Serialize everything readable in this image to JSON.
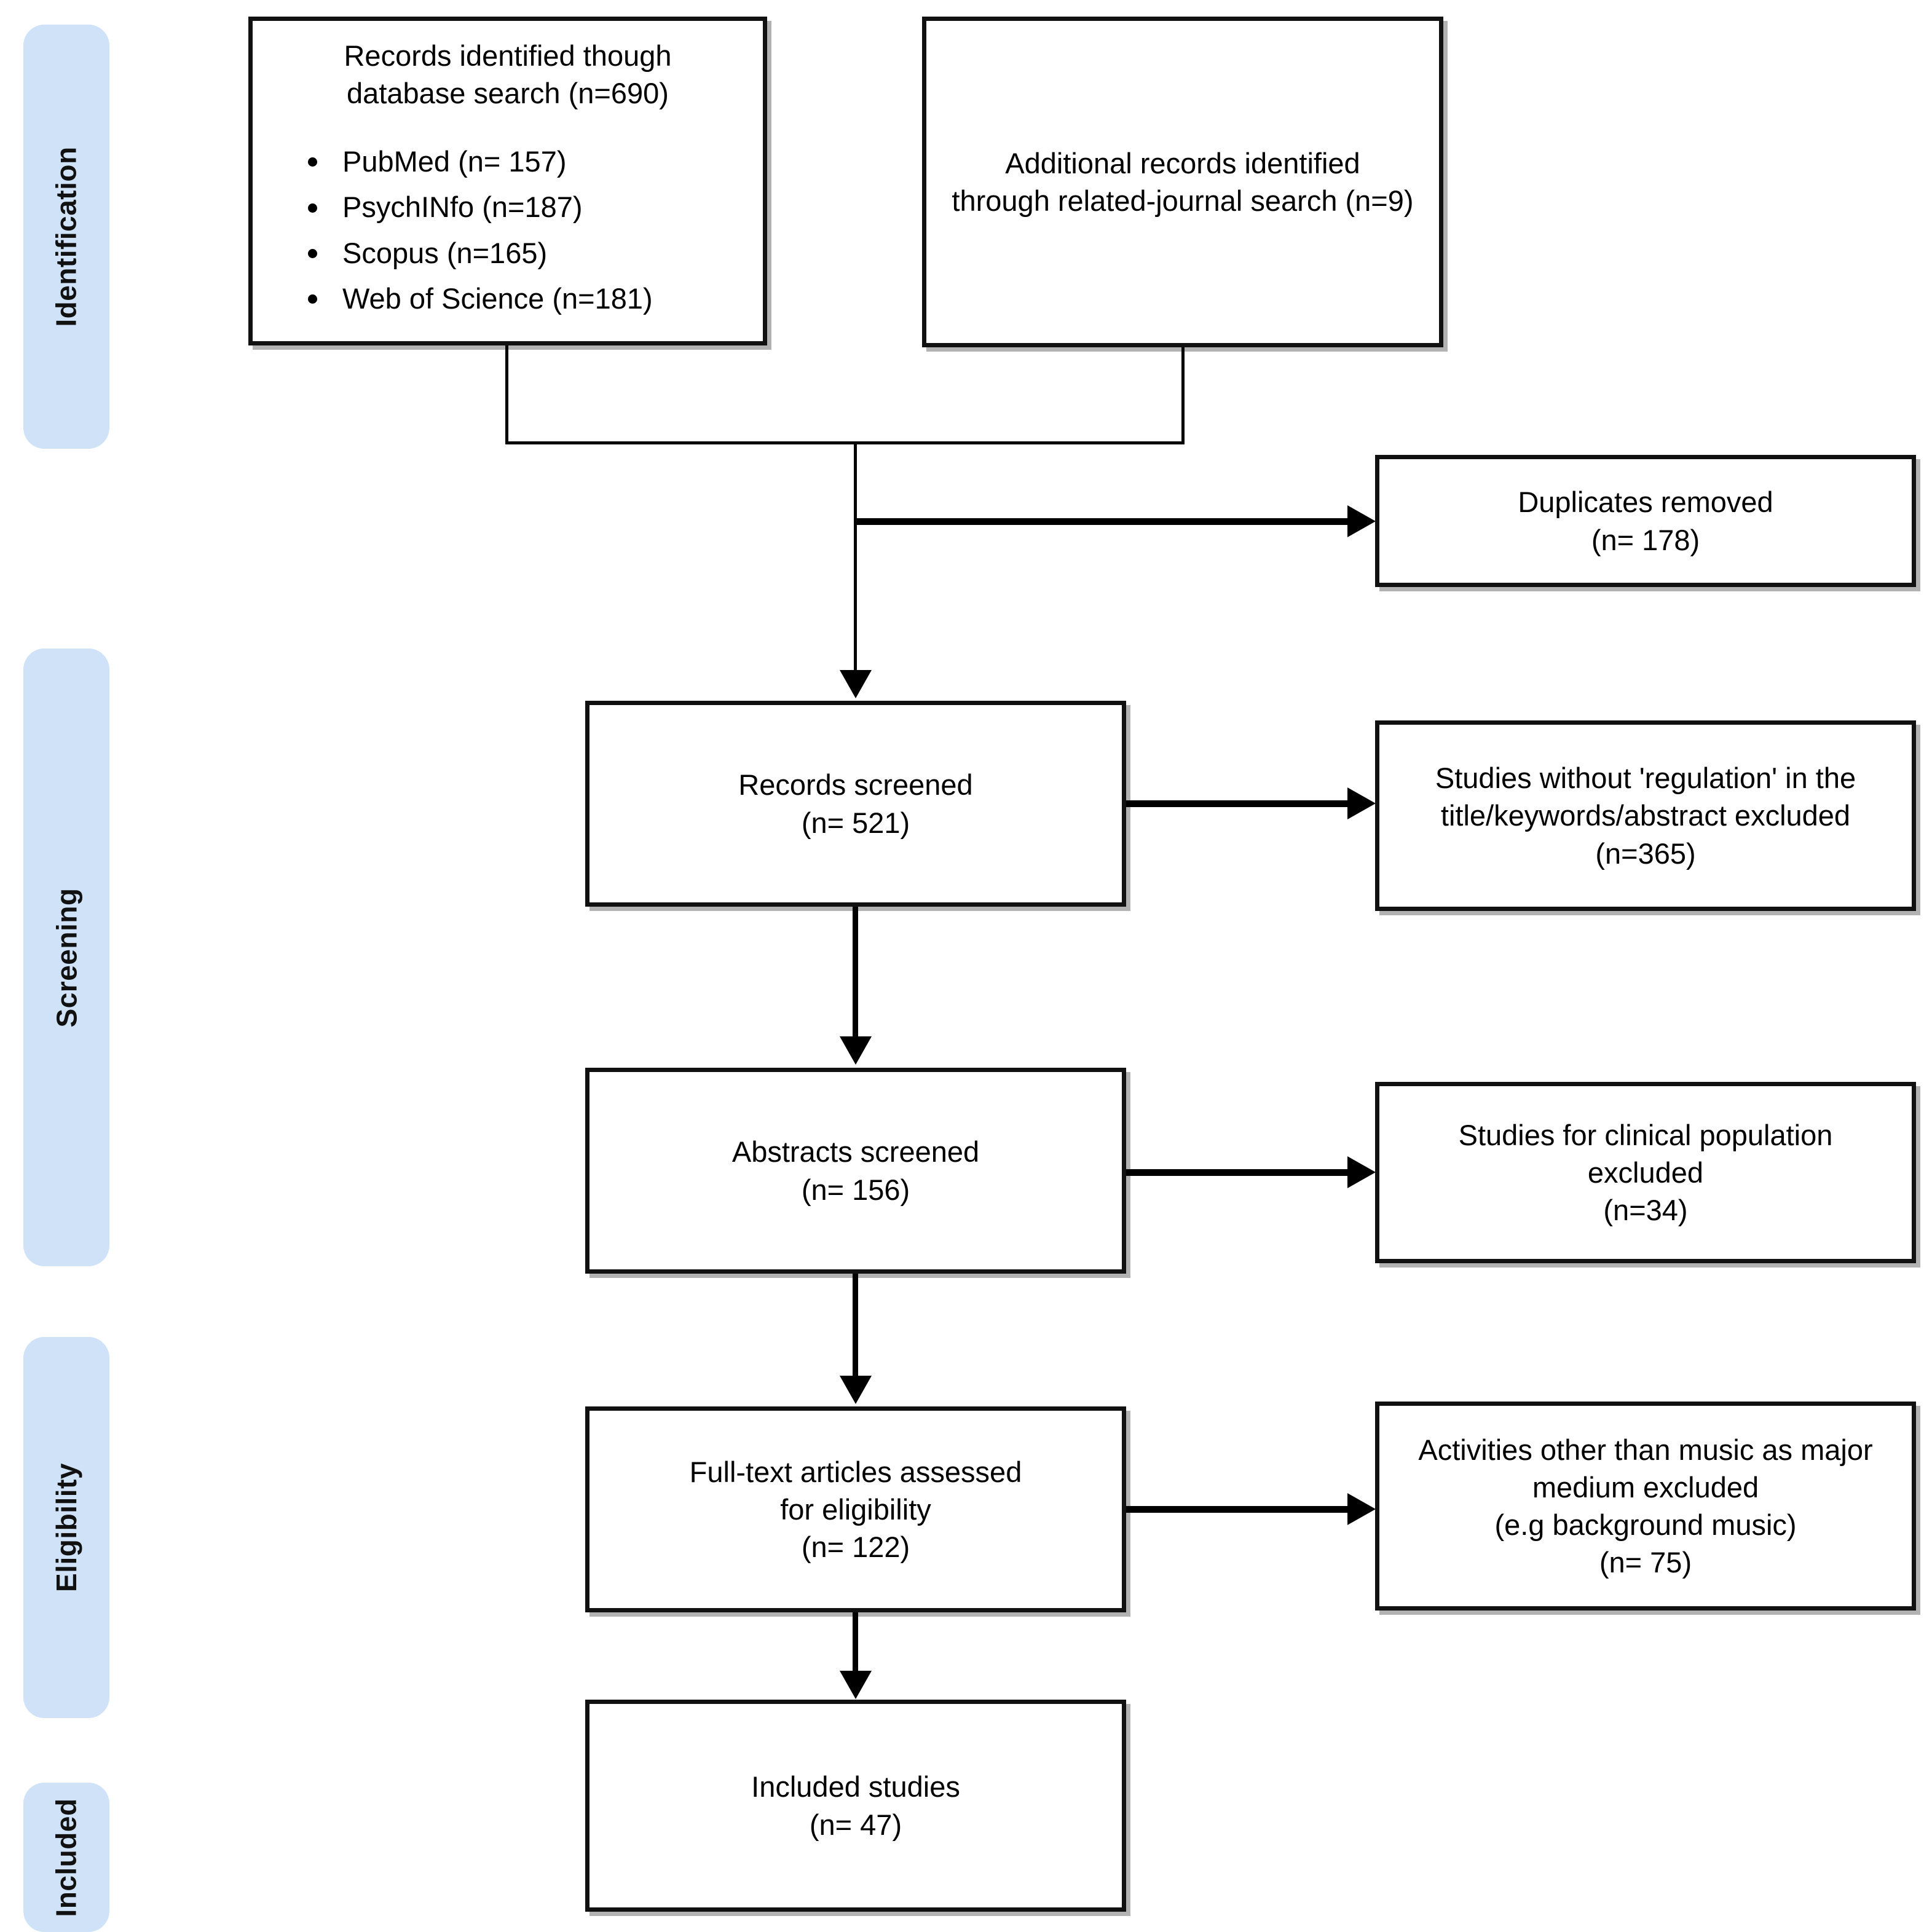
{
  "diagram": {
    "title": "PRISMA study selection flow diagram",
    "accent_color": "#cfe2f7",
    "line_color": "#111111",
    "stages": [
      {
        "id": "identification",
        "label": "Identification"
      },
      {
        "id": "screening",
        "label": "Screening"
      },
      {
        "id": "eligibility",
        "label": "Eligibility"
      },
      {
        "id": "included",
        "label": "Included"
      }
    ],
    "boxes": {
      "database_search": {
        "heading": "Records identified though\ndatabase search (n=690)",
        "items": [
          "PubMed (n= 157)",
          "PsychINfo (n=187)",
          "Scopus (n=165)",
          "Web of Science (n=181)"
        ]
      },
      "additional_records": {
        "text": "Additional records identified\nthrough related-journal search (n=9)"
      },
      "duplicates_removed": {
        "text": "Duplicates removed\n(n= 178)"
      },
      "records_screened": {
        "text": "Records screened\n(n= 521)"
      },
      "excluded_no_regulation": {
        "text": "Studies without 'regulation' in the\ntitle/keywords/abstract excluded\n(n=365)"
      },
      "abstracts_screened": {
        "text": "Abstracts screened\n(n= 156)"
      },
      "excluded_clinical": {
        "text": "Studies for clinical population\nexcluded\n(n=34)"
      },
      "fulltext_assessed": {
        "text": "Full-text articles assessed\nfor eligibility\n(n= 122)"
      },
      "excluded_non_music": {
        "text": "Activities other than music as major\nmedium excluded\n(e.g background music)\n(n= 75)"
      },
      "included_studies": {
        "text": "Included studies\n(n= 47)"
      }
    }
  },
  "chart_data": {
    "type": "diagram",
    "title": "PRISMA flow diagram",
    "nodes": [
      {
        "id": "database_search",
        "stage": "Identification",
        "label": "Records identified though database search",
        "n": 690,
        "breakdown": [
          {
            "source": "PubMed",
            "n": 157
          },
          {
            "source": "PsychINfo",
            "n": 187
          },
          {
            "source": "Scopus",
            "n": 165
          },
          {
            "source": "Web of Science",
            "n": 181
          }
        ]
      },
      {
        "id": "additional_records",
        "stage": "Identification",
        "label": "Additional records identified through related-journal search",
        "n": 9
      },
      {
        "id": "duplicates_removed",
        "stage": "Identification",
        "label": "Duplicates removed",
        "n": 178,
        "kind": "exclusion"
      },
      {
        "id": "records_screened",
        "stage": "Screening",
        "label": "Records screened",
        "n": 521
      },
      {
        "id": "excluded_no_regulation",
        "stage": "Screening",
        "label": "Studies without 'regulation' in the title/keywords/abstract excluded",
        "n": 365,
        "kind": "exclusion"
      },
      {
        "id": "abstracts_screened",
        "stage": "Screening",
        "label": "Abstracts screened",
        "n": 156
      },
      {
        "id": "excluded_clinical",
        "stage": "Screening",
        "label": "Studies for clinical population excluded",
        "n": 34,
        "kind": "exclusion"
      },
      {
        "id": "fulltext_assessed",
        "stage": "Eligibility",
        "label": "Full-text articles assessed for eligibility",
        "n": 122
      },
      {
        "id": "excluded_non_music",
        "stage": "Eligibility",
        "label": "Activities other than music as major medium excluded (e.g background music)",
        "n": 75,
        "kind": "exclusion"
      },
      {
        "id": "included_studies",
        "stage": "Included",
        "label": "Included studies",
        "n": 47
      }
    ],
    "edges": [
      {
        "from": "database_search",
        "to": "records_screened"
      },
      {
        "from": "additional_records",
        "to": "records_screened"
      },
      {
        "from": "records_screened",
        "to": "duplicates_removed"
      },
      {
        "from": "records_screened",
        "to": "excluded_no_regulation"
      },
      {
        "from": "records_screened",
        "to": "abstracts_screened"
      },
      {
        "from": "abstracts_screened",
        "to": "excluded_clinical"
      },
      {
        "from": "abstracts_screened",
        "to": "fulltext_assessed"
      },
      {
        "from": "fulltext_assessed",
        "to": "excluded_non_music"
      },
      {
        "from": "fulltext_assessed",
        "to": "included_studies"
      }
    ]
  }
}
